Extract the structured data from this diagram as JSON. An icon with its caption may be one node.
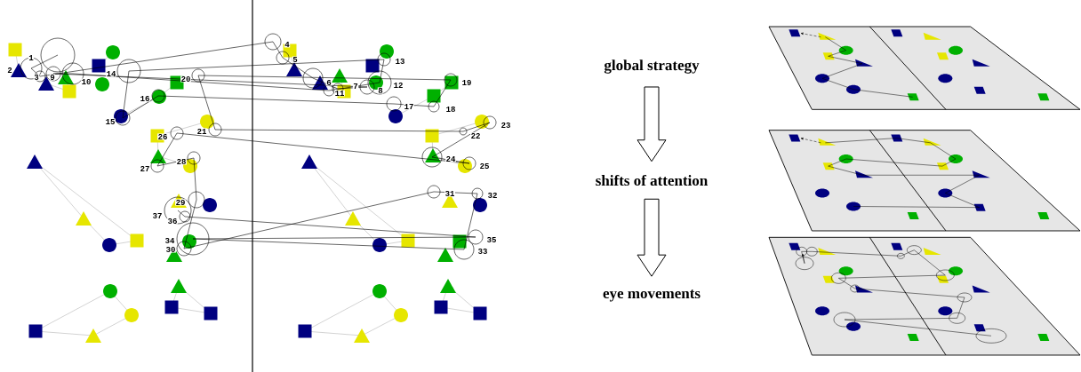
{
  "diagram": {
    "nodes": [
      {
        "text": [
          "global strategy"
        ]
      },
      {
        "text": [
          "shifts of attention"
        ]
      },
      {
        "text": [
          "eye movements"
        ]
      }
    ],
    "edges": [
      {
        "from": 0,
        "to": 1,
        "arrow": "to"
      },
      {
        "from": 1,
        "to": 2,
        "arrow": "to"
      }
    ],
    "labels": [
      "4",
      "1",
      "5",
      "13",
      "2",
      "14",
      "3",
      "9",
      "20",
      "10",
      "6",
      "19",
      "12",
      "7",
      "11",
      "8",
      "16",
      "17",
      "18",
      "15",
      "23",
      "21",
      "22",
      "26",
      "24",
      "28",
      "25",
      "27",
      "31",
      "32",
      "29",
      "37",
      "36",
      "35",
      "34",
      "30",
      "33"
    ]
  }
}
